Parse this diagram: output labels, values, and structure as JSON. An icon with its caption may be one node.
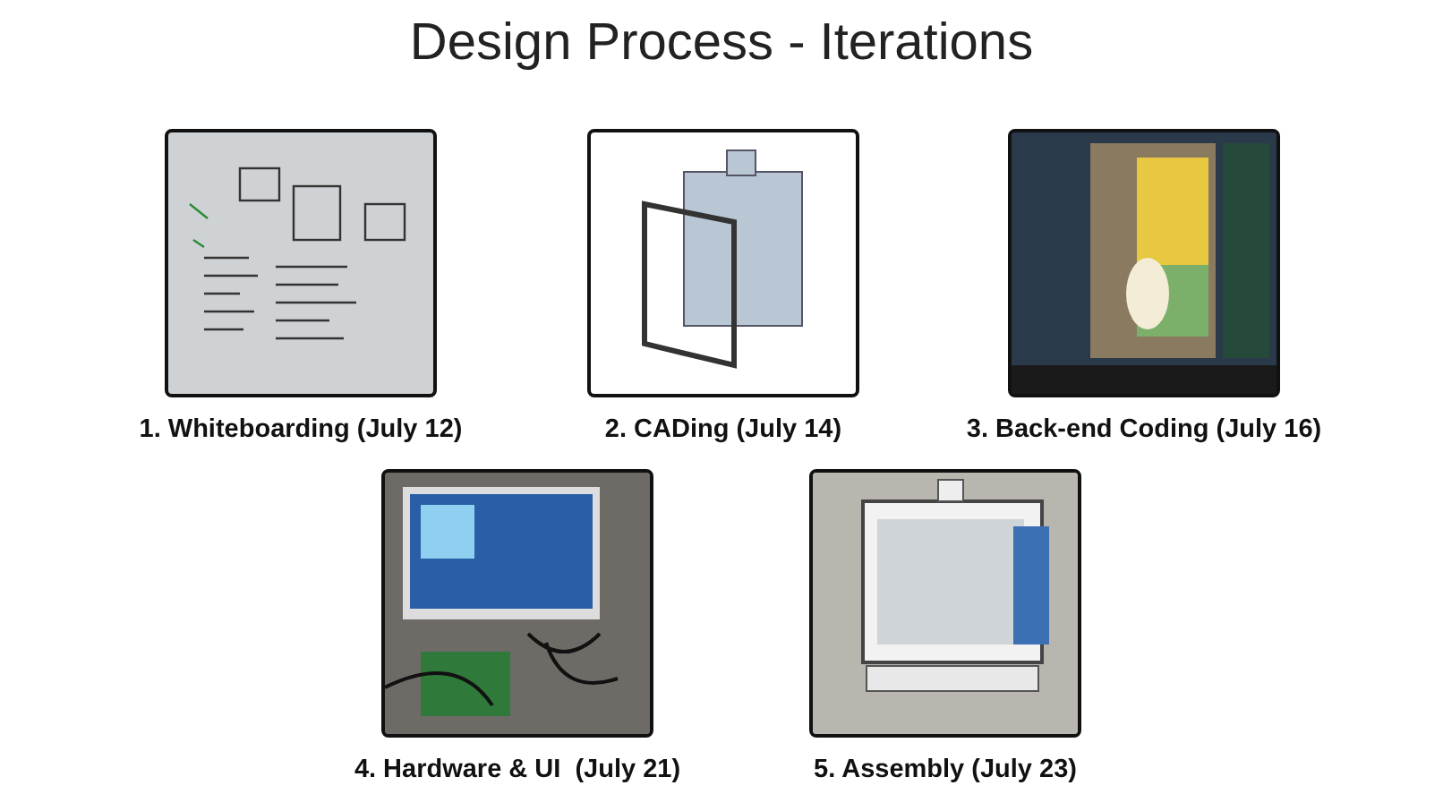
{
  "diagram": {
    "title": "Design Process - Iterations",
    "nodes": [
      {
        "text": [],
        "shape": "picture",
        "beside": [
          "1. Whiteboarding (July 12)"
        ]
      },
      {
        "text": [],
        "shape": "picture",
        "beside": [
          "2. CADing (July 14)"
        ]
      },
      {
        "text": [],
        "shape": "picture",
        "beside": [
          "3. Back-end Coding (July 16)"
        ]
      },
      {
        "text": [],
        "shape": "picture",
        "beside": [
          "4. Hardware & UI  (July 21)"
        ]
      },
      {
        "text": [],
        "shape": "picture",
        "beside": [
          "5. Assembly (July 23)"
        ]
      }
    ]
  }
}
